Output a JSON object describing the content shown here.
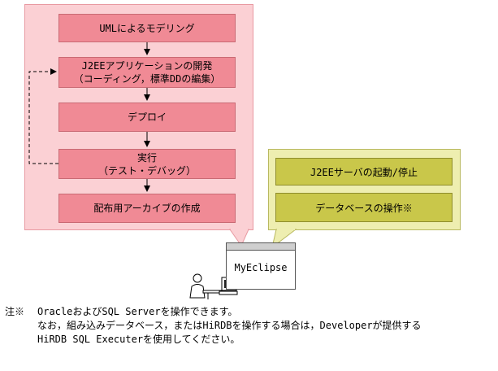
{
  "steps": [
    {
      "line1": "UMLによるモデリング",
      "line2": ""
    },
    {
      "line1": "J2EEアプリケーションの開発",
      "line2": "（コーディング，標準DDの編集）"
    },
    {
      "line1": "デプロイ",
      "line2": ""
    },
    {
      "line1": "実行",
      "line2": "（テスト・デバッグ）"
    },
    {
      "line1": "配布用アーカイブの作成",
      "line2": ""
    }
  ],
  "server_ops": [
    "J2EEサーバの起動/停止",
    "データベースの操作※"
  ],
  "tool_label": "MyEclipse",
  "note": {
    "mark": "注※",
    "lines": [
      "OracleおよびSQL Serverを操作できます。",
      "なお，組み込みデータベース，またはHiRDBを操作する場合は，Developerが提供する",
      "HiRDB SQL Executerを使用してください。"
    ]
  },
  "colors": {
    "pink_panel": "#fbd0d4",
    "pink_box": "#f08a95",
    "olive_panel": "#eeeeb0",
    "olive_box": "#c9c74a"
  }
}
